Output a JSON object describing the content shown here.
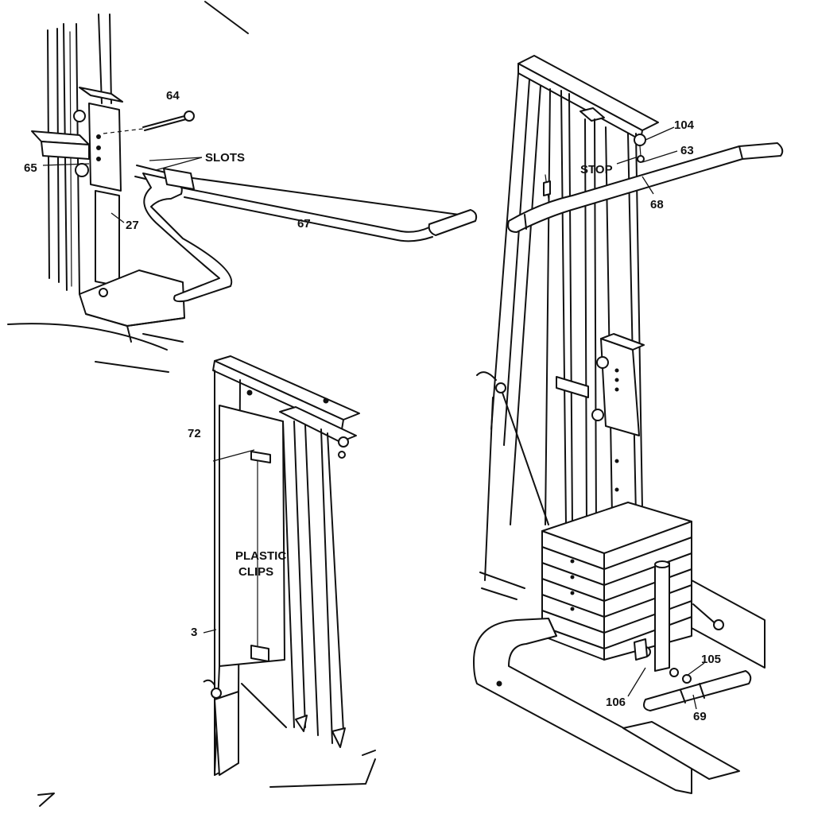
{
  "labels": {
    "l64": "64",
    "l65": "65",
    "slots": "SLOTS",
    "l27": "27",
    "l67": "67",
    "l104": "104",
    "l63": "63",
    "stop": "STOP",
    "l68": "68",
    "l72": "72",
    "plastic": "PLASTIC",
    "clips": "CLIPS",
    "l3": "3",
    "l105": "105",
    "l106": "106",
    "l69": "69"
  },
  "colors": {
    "line": "#111111",
    "paper": "#ffffff"
  }
}
